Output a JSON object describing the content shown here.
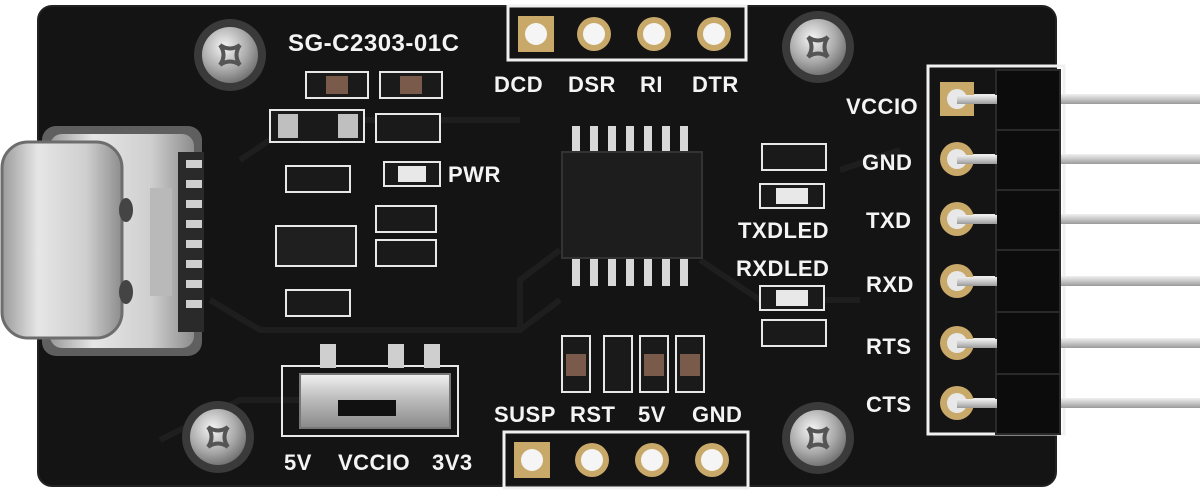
{
  "board": {
    "model": "SG-C2303-01C",
    "top_header_labels": [
      "DCD",
      "DSR",
      "RI",
      "DTR"
    ],
    "bottom_header_labels": [
      "SUSP",
      "RST",
      "5V",
      "GND"
    ],
    "side_header_labels": [
      "VCCIO",
      "GND",
      "TXD",
      "RXD",
      "RTS",
      "CTS"
    ],
    "led_power_label": "PWR",
    "led_tx_label": "TXDLED",
    "led_rx_label": "RXDLED",
    "switch_labels": [
      "5V",
      "VCCIO",
      "3V3"
    ]
  },
  "colors": {
    "pcb": "#141414",
    "silkscreen": "#f2f2f2",
    "gold_pad": "#c9a96a",
    "pin_metal": "#cfcfcf",
    "header_plastic": "#0c0c0c"
  }
}
